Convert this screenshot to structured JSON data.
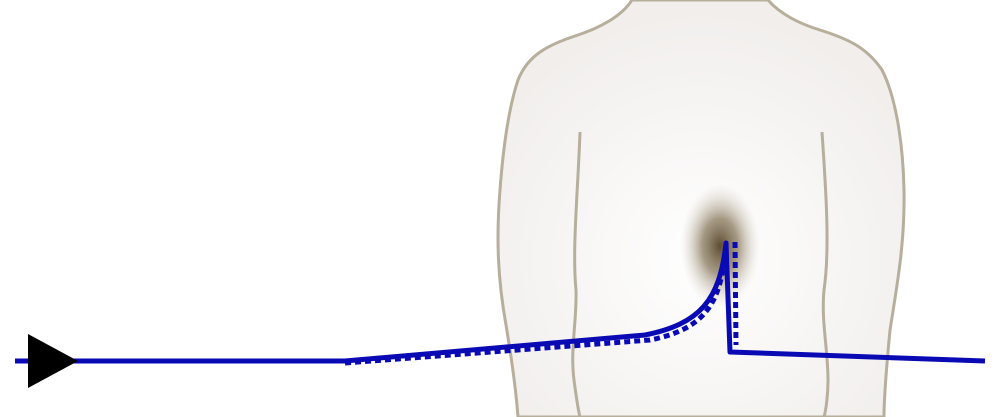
{
  "diagram": {
    "colors": {
      "background": "#ffffff",
      "body_fill": "#f3f0ee",
      "body_outline": "#b7ae9c",
      "hotspot_core": "#6b5a3e",
      "trace_line": "#0a0ab5",
      "arrow": "#000000"
    },
    "elements": {
      "torso": "torso-silhouette",
      "hotspot": "dark-shaded-region",
      "arrow": "play-arrow-icon",
      "solid_trace": "solid-trace-line",
      "dashed_trace": "dotted-trace-line"
    }
  }
}
